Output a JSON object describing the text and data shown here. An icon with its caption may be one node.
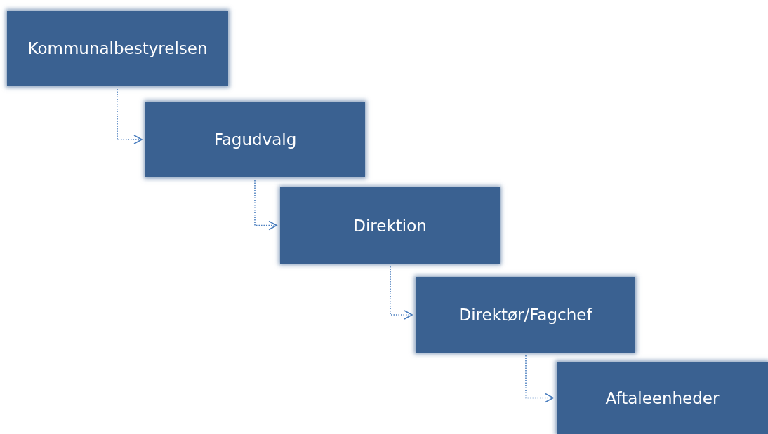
{
  "diagram": {
    "nodes": [
      {
        "text": [
          "Kommunalbestyrelsen"
        ]
      },
      {
        "text": [
          "Fagudvalg"
        ]
      },
      {
        "text": [
          "Direktion"
        ]
      },
      {
        "text": [
          "Direktør/Fagchef"
        ]
      },
      {
        "text": [
          "Aftaleenheder"
        ]
      }
    ],
    "edges": [
      {
        "from": 0,
        "to": 1,
        "arrow": "to",
        "style": "dashed"
      },
      {
        "from": 1,
        "to": 2,
        "arrow": "to",
        "style": "dashed"
      },
      {
        "from": 2,
        "to": 3,
        "arrow": "to",
        "style": "dashed"
      },
      {
        "from": 3,
        "to": 4,
        "arrow": "to",
        "style": "dashed"
      }
    ]
  }
}
